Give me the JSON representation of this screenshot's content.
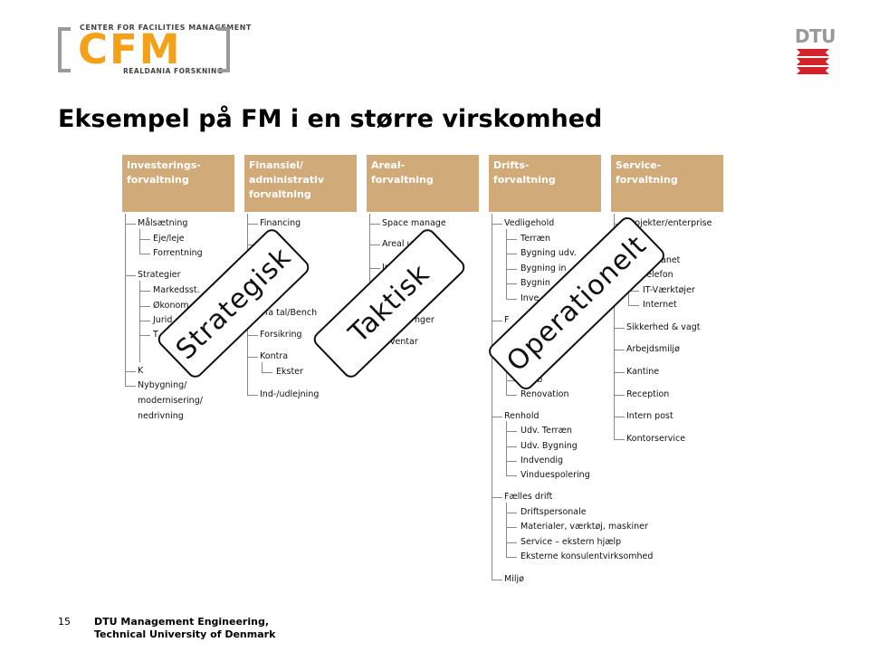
{
  "logo_cfm": {
    "top_text": "CENTER FOR FACILITIES MANAGEMENT",
    "main_text": "CFM",
    "bottom_text": "REALDANIA FORSKNING"
  },
  "logo_dtu": {
    "text": "DTU",
    "mark_color": "#d2232a"
  },
  "title": "Eksempel på FM i en større virskomhed",
  "colors": {
    "header_bg": "#d0aa78",
    "header_text": "#ffffff",
    "cfm_orange": "#f4a11a"
  },
  "columns": [
    {
      "header": [
        "Investerings-",
        "forvaltning"
      ],
      "items": [
        "Målsætning",
        "Eje/leje",
        "Forrentning",
        "Strategier",
        "Markedsst.",
        "Økonom",
        "Jurid",
        "T",
        "K",
        "Nybygning/",
        "modernisering/",
        "nedrivning"
      ]
    },
    {
      "header": [
        "Finansiel/",
        "administrativ",
        "forvaltning"
      ],
      "items": [
        "Financing",
        "B",
        "Erfa tal/Bench",
        "Forsikring",
        "Kontra",
        "Ekster",
        "Ind-/udlejning"
      ]
    },
    {
      "header": [
        "Areal-",
        "forvaltning"
      ],
      "items": [
        "Space manage",
        "Areal udn",
        "Ind",
        "plads",
        "nger",
        "Inventar"
      ]
    },
    {
      "header": [
        "Drifts-",
        "forvaltning"
      ],
      "items": [
        "Vedligehold",
        "Terræn",
        "Bygning udv.",
        "Bygning in",
        "Bygnin",
        "Inve",
        "F",
        "nd",
        "Afløb",
        "Renovation",
        "Renhold",
        "Udv. Terræn",
        "Udv. Bygning",
        "Indvendig",
        "Vinduespolering",
        "Fælles drift",
        "Driftspersonale",
        "Materialer, værktøj, maskiner",
        "Service – ekstern hjælp",
        "Eksterne konsulentvirksomhed",
        "Miljø"
      ]
    },
    {
      "header": [
        "Service-",
        "forvaltning"
      ],
      "items": [
        "Projekter/enterprise",
        "anet",
        "Telefon",
        "IT-Værktøjer",
        "Internet",
        "Sikkerhed & vagt",
        "Arbejdsmiljø",
        "Kantine",
        "Reception",
        "Intern post",
        "Kontorservice"
      ]
    }
  ],
  "stamps": [
    "Strategisk",
    "Taktisk",
    "Operationelt"
  ],
  "footer": {
    "page": "15",
    "line1": "DTU Management Engineering,",
    "line2": "Technical University of Denmark"
  }
}
